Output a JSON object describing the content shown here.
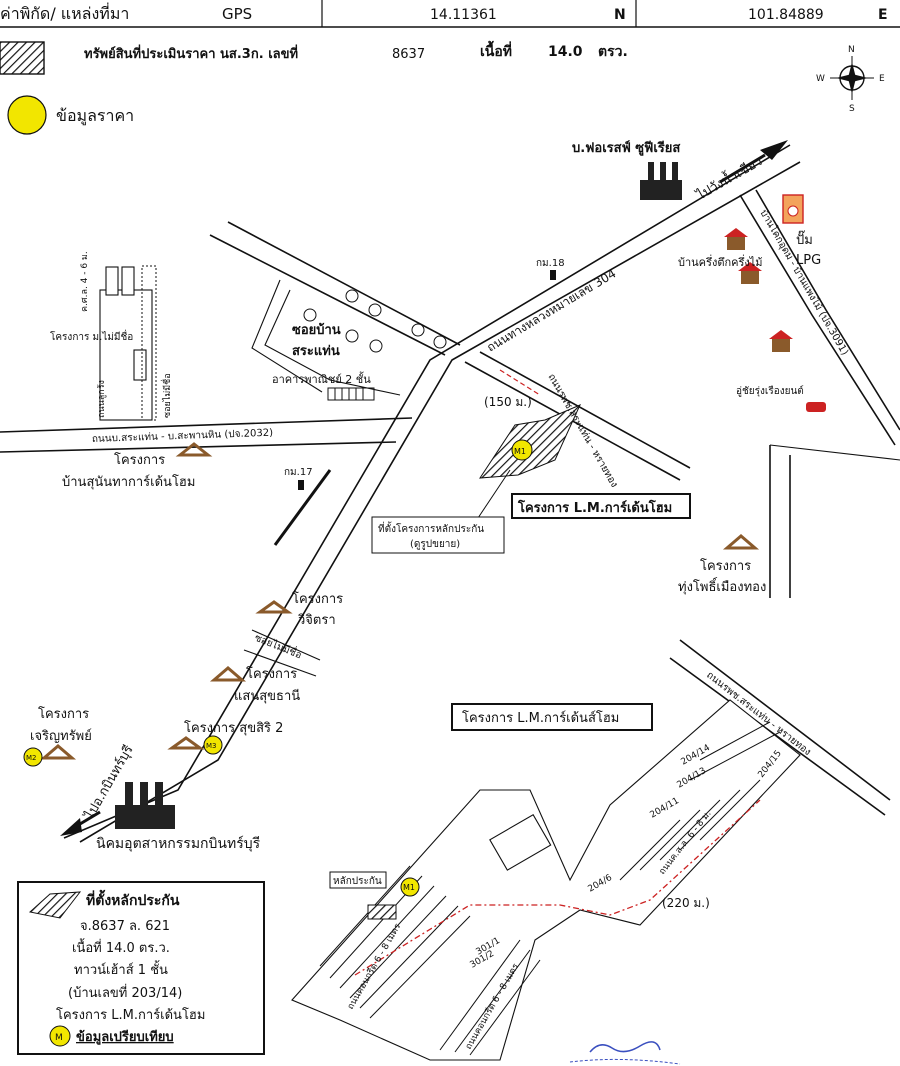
{
  "header": {
    "coord_label": "ค่าพิกัด/ แหล่งที่มา",
    "source": "GPS",
    "lat": "14.11361",
    "lat_dir": "N",
    "lon": "101.84889",
    "lon_dir": "E"
  },
  "legend_top": {
    "property_label": "ทรัพย์สินที่ประเมินราคา นส.3ก. เลขที่",
    "deed_no": "8637",
    "area_label": "เนื้อที่",
    "area_value": "14.0",
    "area_unit": "ตรว.",
    "price_label": "ข้อมูลราคา"
  },
  "compass": {
    "n": "N",
    "s": "S",
    "e": "E",
    "w": "W"
  },
  "labels": {
    "forest": "บ.ฟอเรสฟ์ ซูฟีเรียส",
    "to_wangnamkhiao": "ไปวังน้ำเขียว",
    "pump": "ปั๊ม",
    "lpg": "LPG",
    "house_row": "บ้านครึ่งตึกครึ่งไม้",
    "road_3091": "บ้านโคกอุดม - บ้านแพงไม้ (ปจ.3091)",
    "km18": "กม.18",
    "km17": "กม.17",
    "highway304": "ถนนทางหลวงหมายเลข 304",
    "soi_sakaeo_1": "ซอยบ้าน",
    "soi_sakaeo_2": "สระแท่น",
    "shophouse": "อาคารพาณิชย์ 2 ชั้น",
    "project_nameless": "โครงการ ม.ไม่มีชื่อ",
    "kasl": "ค.ศ.ล. 4 - 6 ม.",
    "soi_left": "ซอยไม่มีชื่อ",
    "soi_vert": "ถนนลูกรัง",
    "road_2032": "ถนนบ.สระแท่น - บ.สะพานหิน (ปจ.2032)",
    "proj_sunantha_1": "โครงการ",
    "proj_sunantha_2": "บ้านสุนันทาการ์เด้นโฮม",
    "road_rot": "ถนนรพช.สระแท่น - หรายทอง",
    "dist150": "(150 ม.)",
    "lm_title": "โครงการ L.M.การ์เด้นโฮม",
    "collateral_loc_1": "ที่ตั้งโครงการหลักประกัน",
    "collateral_loc_2": "(ดูรูปขยาย)",
    "garage": "อู่ชัยรุ่งเรืองยนต์",
    "proj_thung_1": "โครงการ",
    "proj_thung_2": "ทุ่งโพธิ์เมืองทอง",
    "proj_wichitra_1": "โครงการ",
    "proj_wichitra_2": "วิจิตรา",
    "soi_nameless2": "ซอยไม่มีชื่อ",
    "proj_saen_1": "โครงการ",
    "proj_saen_2": "แสนสุขธานี",
    "proj_charoen_1": "โครงการ",
    "proj_charoen_2": "เจริญทรัพย์",
    "proj_suksiri": "โครงการ สุขสิริ 2",
    "to_kabin": "ไปอ.กบินทร์บุรี",
    "industrial": "นิคมอุตสาหกรรมกบินทร์บุรี",
    "lm_title2": "โครงการ L.M.การ์เด้นส์โฮม",
    "road_rot2": "ถนนรพช.สระแท่น - หรายทอง",
    "plot_204_14": "204/14",
    "plot_204_13": "204/13",
    "plot_204_11": "204/11",
    "plot_204_6": "204/6",
    "plot_204_15": "204/15",
    "plot_301_1": "301/1",
    "plot_301_2": "301/2",
    "inner_road1": "ถนนคอนกรีต 6 - 8 เมตร",
    "inner_road2": "ถนนคอนกรีต 6 - 8 เมตร",
    "inner_road3": "ถนนค.ส.ล. 6 - 8 ม.",
    "dist220": "(220 ม.)",
    "collateral_tag": "หลักประกัน",
    "marker_m1": "M1",
    "marker_m2": "M2",
    "marker_m3": "M3",
    "marker_m": "M"
  },
  "legend_box": {
    "title": "ที่ตั้งหลักประกัน",
    "line1": "จ.8637 ล. 621",
    "line2": "เนื้อที่ 14.0 ตร.ว.",
    "line3": "ทาวน์เฮ้าส์ 1 ชั้น",
    "line4": "(บ้านเลขที่ 203/14)",
    "line5": "โครงการ L.M.การ์เด้นโฮม",
    "line6": "ข้อมูลเปรียบเทียบ"
  },
  "colors": {
    "marker_yellow": "#f2e600",
    "roof": "#8a5a2b",
    "red": "#c22"
  }
}
